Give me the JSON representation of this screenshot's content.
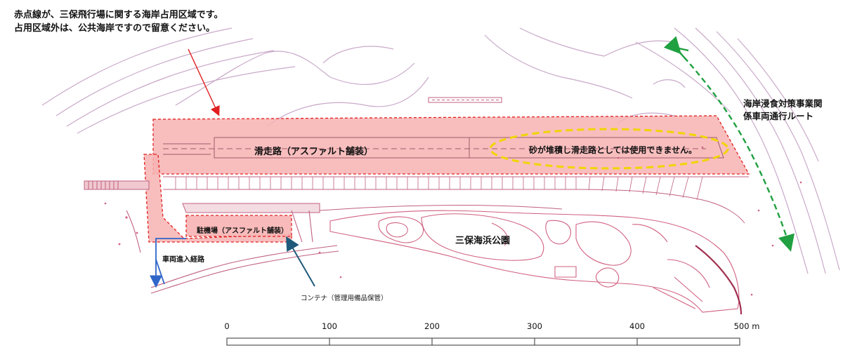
{
  "note": {
    "line1": "赤点線が、三保飛行場に関する海岸占用区域です。",
    "line2": "占用区域外は、公共海岸ですので留意ください。"
  },
  "labels": {
    "runway": "滑走路（アスファルト舗装）",
    "sand_notice": "砂が堆積し滑走路としては使用できません。",
    "route_line1": "海岸浸食対策事業関",
    "route_line2": "係車両通行ルート",
    "apron": "駐機場（アスファルト舗装）",
    "park": "三保海浜公園",
    "vehicle_entry": "車両進入経路",
    "container": "コンテナ（管理用備品保管）"
  },
  "scale": {
    "ticks": [
      "0",
      "100",
      "200",
      "300",
      "400",
      "500 m"
    ]
  },
  "colors": {
    "occupancy_fill": "#f7b3b3",
    "occupancy_border": "#e02020",
    "sand_ellipse": "#f2d400",
    "route_arrow": "#20a040",
    "blue_arrow": "#2f66c8",
    "container_arrow": "#1f5a7a",
    "map_line": "#c9a9c9",
    "park_line": "#d06080"
  }
}
